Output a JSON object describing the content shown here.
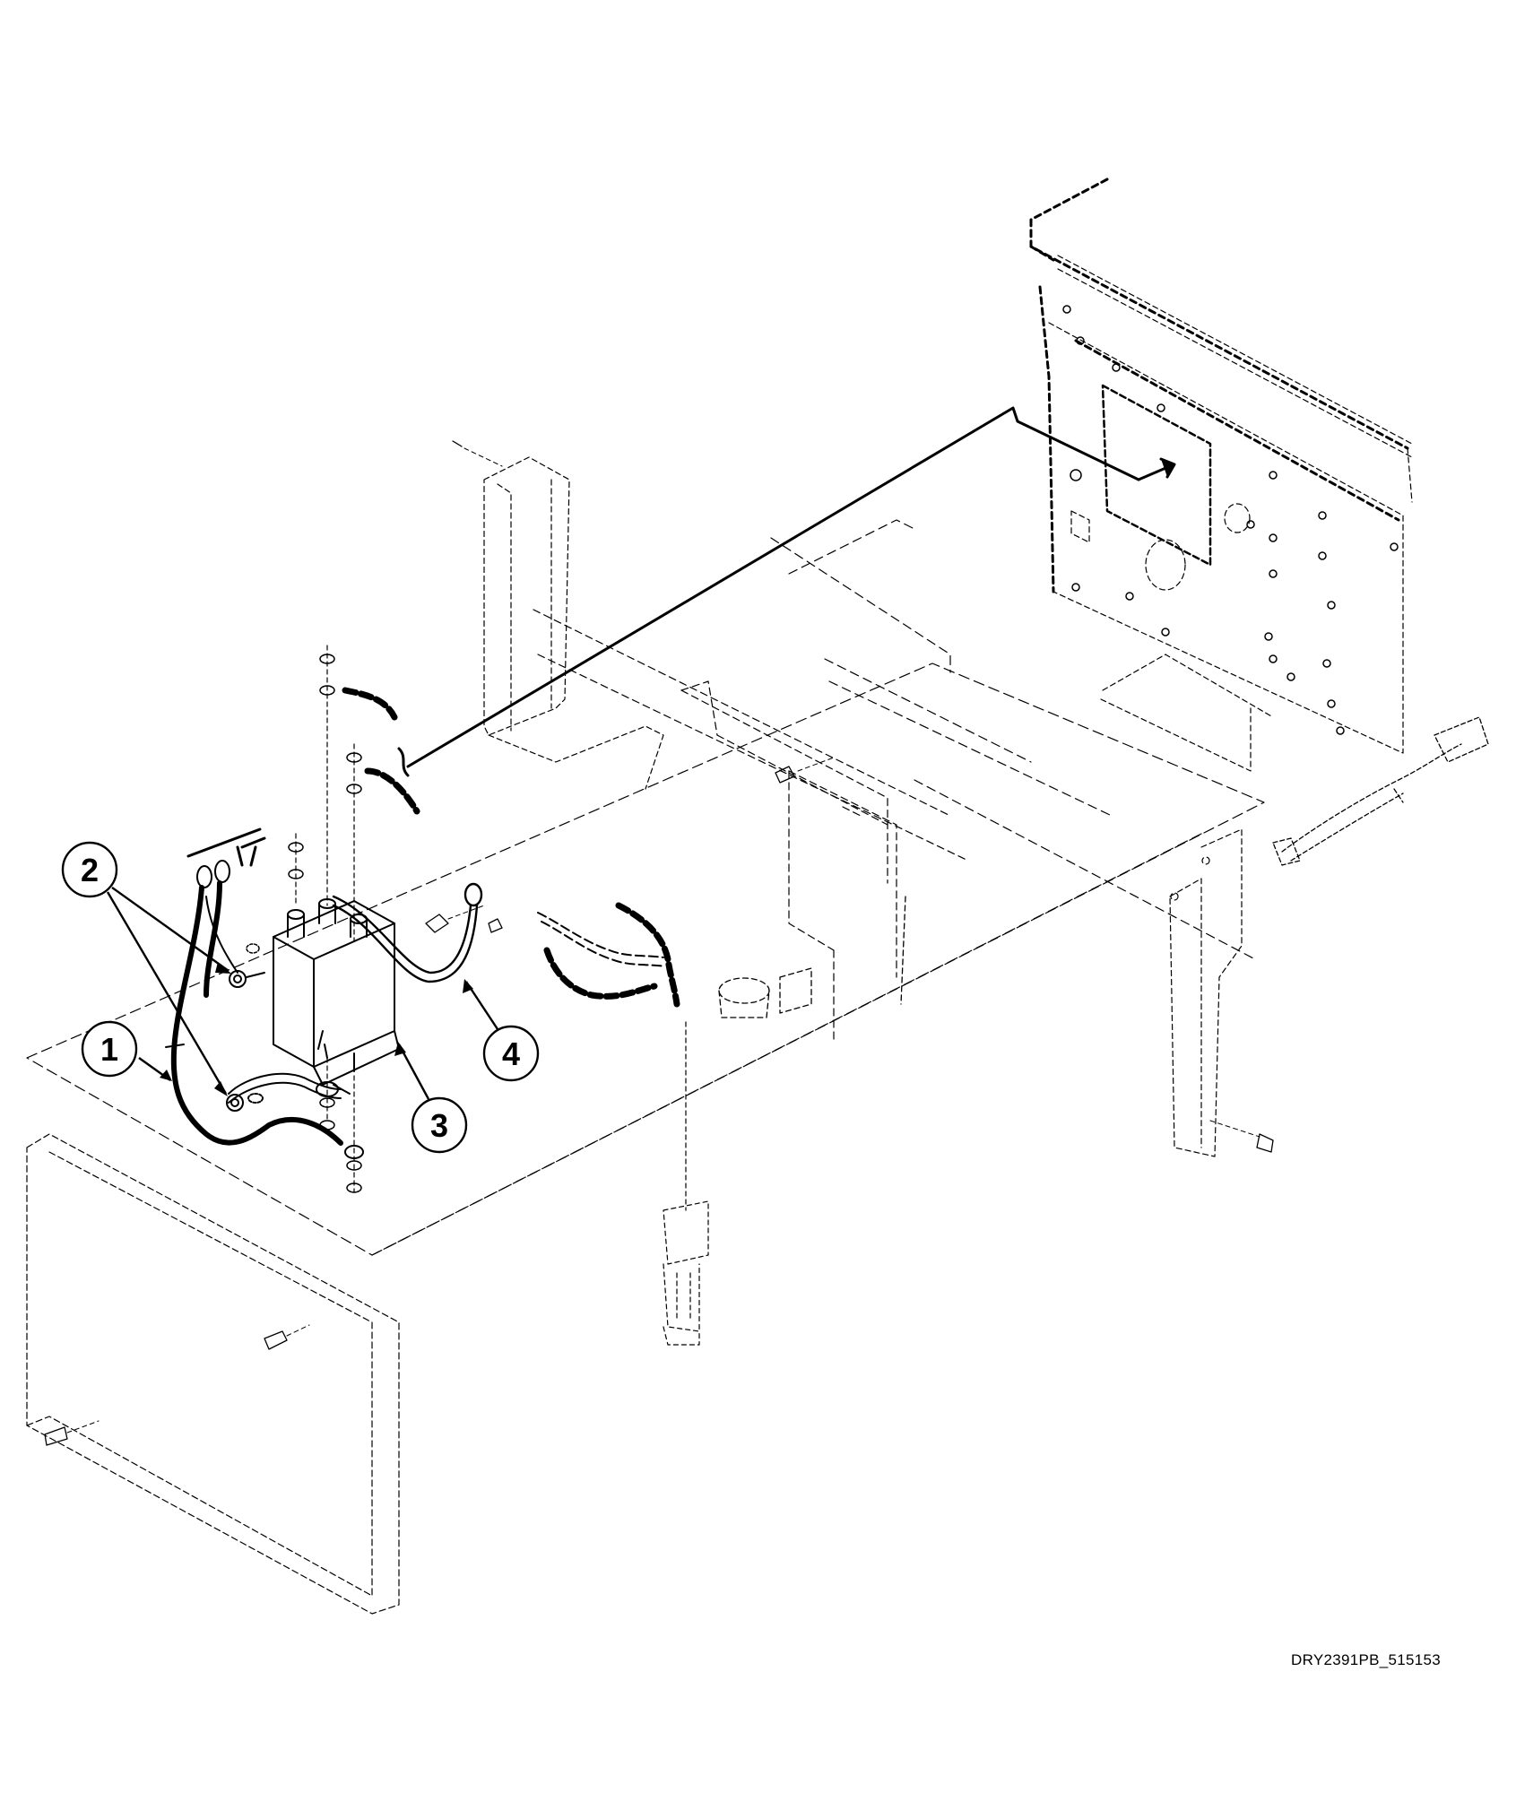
{
  "diagram": {
    "drawing_code": "DRY2391PB_515153",
    "callouts": [
      {
        "id": "1",
        "label": "1"
      },
      {
        "id": "2",
        "label": "2"
      },
      {
        "id": "3",
        "label": "3"
      },
      {
        "id": "4",
        "label": "4"
      }
    ],
    "colors": {
      "line": "#000000",
      "background": "#ffffff"
    }
  }
}
